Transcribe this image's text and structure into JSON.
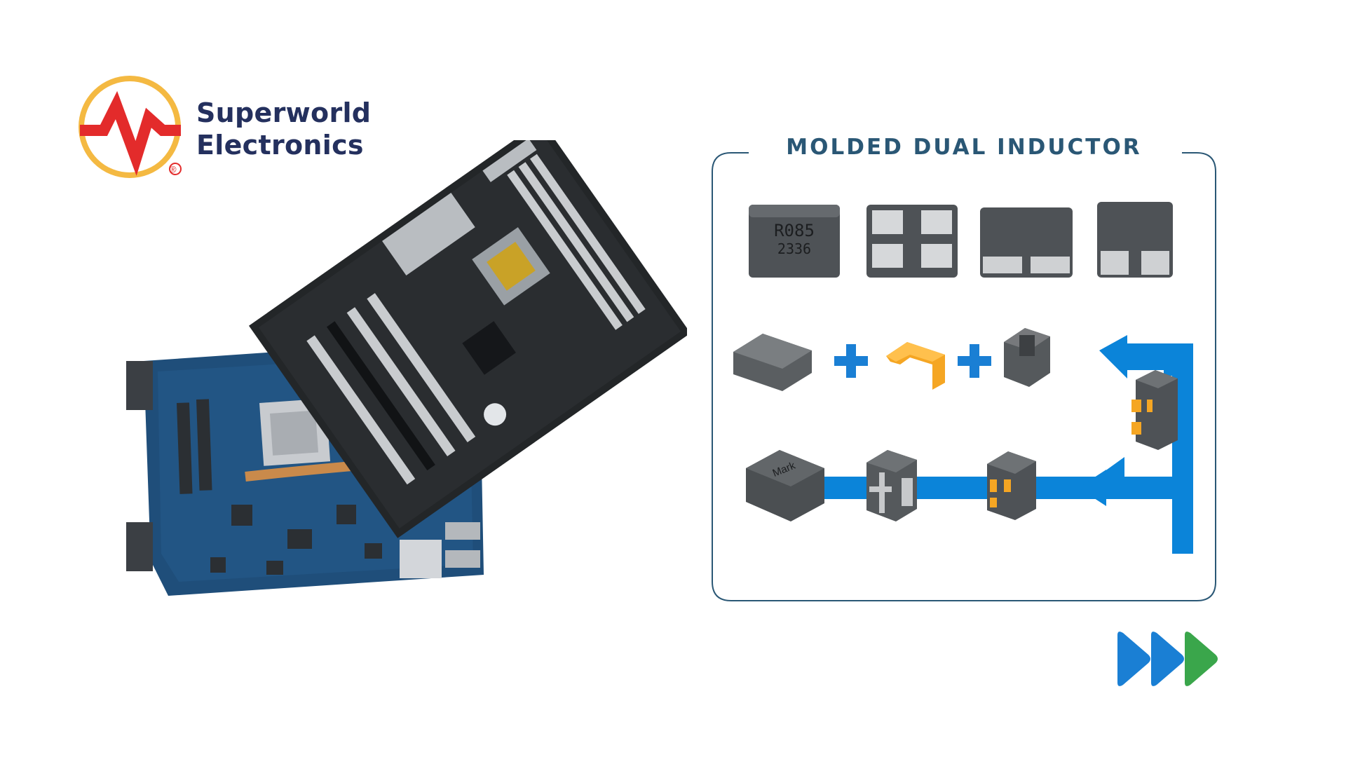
{
  "brand": {
    "name_line1": "Superworld",
    "name_line2": "Electronics",
    "registered_mark": "®",
    "colors": {
      "red": "#e32b2b",
      "ring": "#f4b942",
      "navy": "#24305e"
    }
  },
  "illustration": {
    "subject": "motherboards",
    "colors": {
      "pcb_blue": "#1f4e7a",
      "pcb_black": "#232628",
      "heatsink": "#c8cbcf",
      "copper": "#c98a4b"
    }
  },
  "panel": {
    "title": "MOLDED DUAL INDUCTOR",
    "component_marking_line1": "R085",
    "component_marking_line2": "2336",
    "assembly_label": "Mark",
    "operator_icon": "plus-icon",
    "colors": {
      "border": "#2a5775",
      "flow": "#0b84d9",
      "clip": "#f5a623",
      "body": "#565a5d"
    }
  },
  "nav": {
    "icon": "fast-forward-icon",
    "colors": {
      "blue": "#1a7fd4",
      "green": "#3aa64b"
    }
  }
}
